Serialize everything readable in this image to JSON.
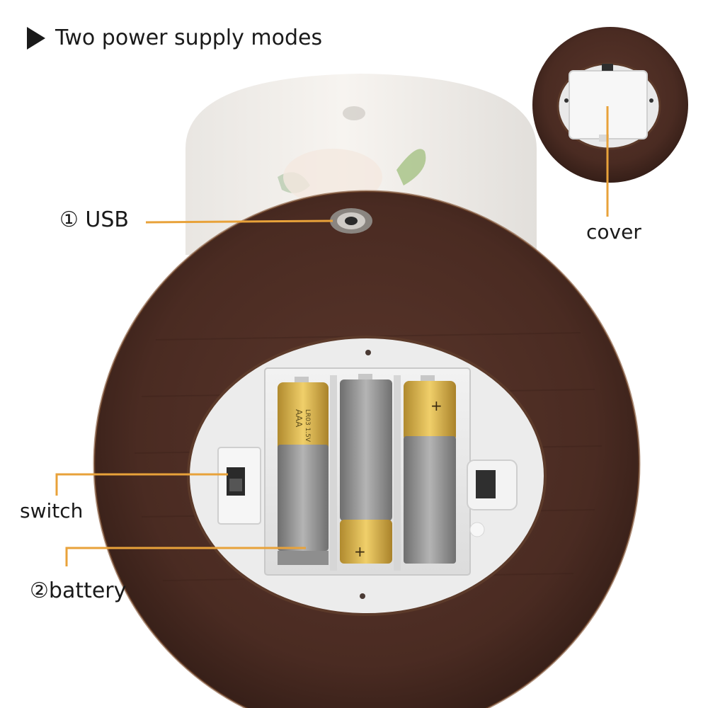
{
  "title": {
    "arrow_icon": "play-triangle-icon",
    "text": "Two power supply modes"
  },
  "callouts": {
    "usb": "① USB",
    "cover": "cover",
    "switch": "switch",
    "battery": "②battery"
  },
  "batteries": [
    {
      "type_text": "AAA",
      "spec_text": "LR03 1.5V",
      "polarity_text": ""
    },
    {
      "type_text": "",
      "spec_text": "",
      "polarity_text": "+"
    },
    {
      "type_text": "",
      "spec_text": "",
      "polarity_text": "+"
    }
  ],
  "colors": {
    "leader_line": "#e8a23a",
    "wood_base": "#4a2b22",
    "battery_gold": "#d9b04a",
    "battery_silver": "#9a9a9a"
  }
}
